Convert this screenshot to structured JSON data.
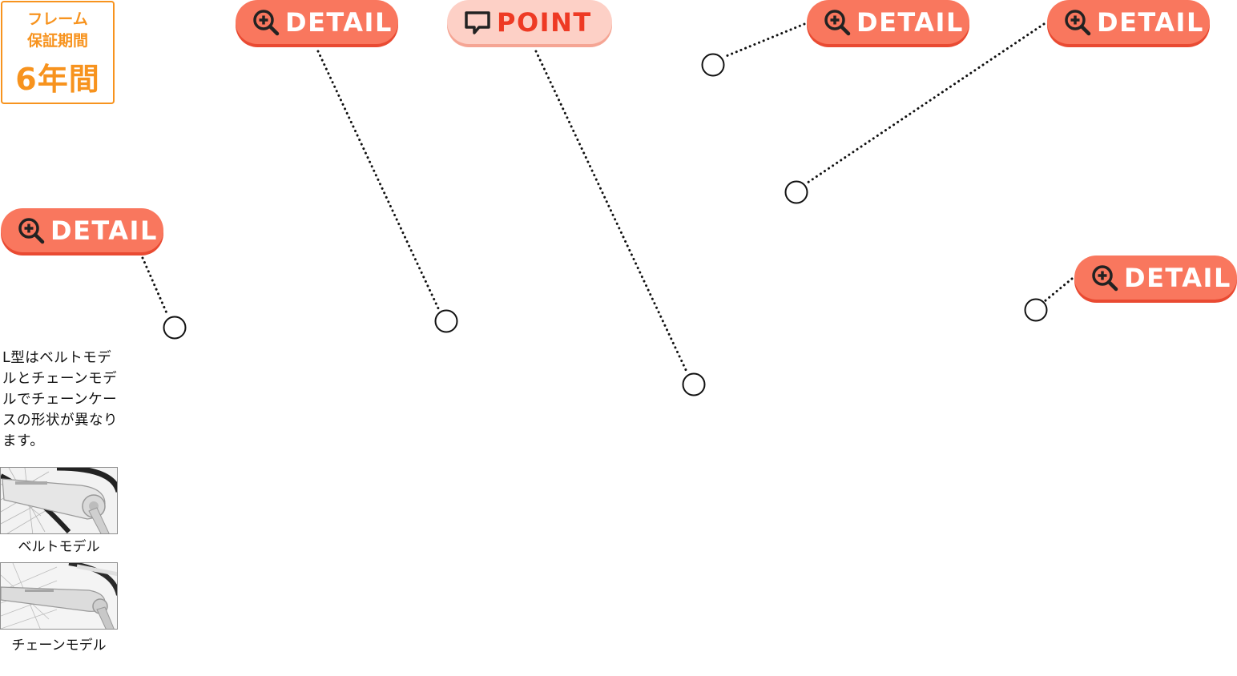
{
  "warranty": {
    "line1": "フレーム",
    "line2": "保証期間",
    "line3": "6年間",
    "color": "#f7931e"
  },
  "buttons": {
    "detail_label": "DETAIL",
    "point_label": "POINT",
    "detail_icon": "zoom-in-icon",
    "point_icon": "speech-bubble-icon",
    "detail_color": "#f9775e",
    "point_color": "#fdd0c6",
    "point_text_color": "#ee3a24"
  },
  "description": "L型はベルトモデルとチェーンモデルでチェーンケースの形状が異なります。",
  "models": [
    {
      "caption": "ベルトモデル"
    },
    {
      "caption": "チェーンモデル"
    }
  ]
}
